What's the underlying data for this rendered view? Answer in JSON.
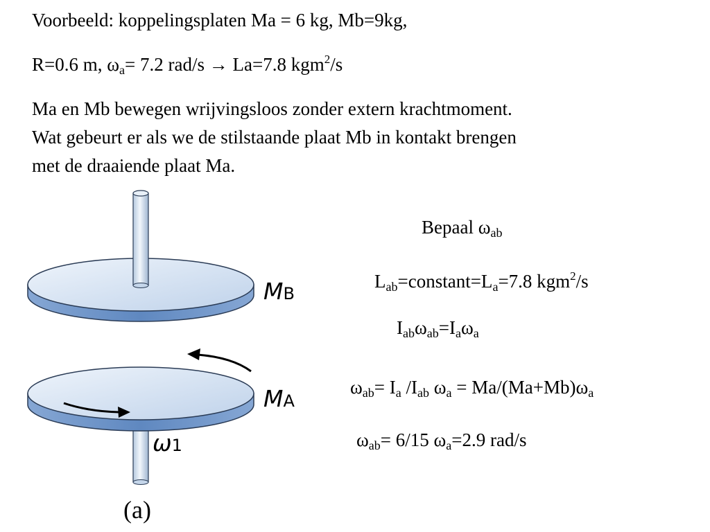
{
  "header": {
    "line1": "Voorbeeld: koppelingsplaten Ma = 6 kg, Mb=9kg,",
    "line2_a": "R=0.6 m, ",
    "line2_omega": "ω",
    "line2_sub": "a",
    "line2_b": "= 7.2 rad/s ",
    "line2_arrow": "→",
    "line2_c": " La=7.8 kgm",
    "line2_sup": "2",
    "line2_d": "/s"
  },
  "paragraph": [
    "Ma en Mb bewegen wrijvingsloos zonder extern krachtmoment.",
    "Wat gebeurt er als we de stilstaande plaat Mb in kontakt brengen",
    "met de draaiende plaat Ma."
  ],
  "figure": {
    "label_top": "M",
    "label_top_sub": "B",
    "label_bottom": "M",
    "label_bottom_sub": "A",
    "omega_label": "ω",
    "omega_sub": "1",
    "caption": "(a)",
    "colors": {
      "disk_top": "#d6e4f3",
      "disk_edge": "#6f95c8",
      "axle": "#dbe6f1",
      "outline": "#2a3b55"
    }
  },
  "solution": {
    "e1_text": "Bepaal ω",
    "e1_sub": "ab",
    "e2_L": "L",
    "e2_sub1": "ab",
    "e2_mid": "=constant=L",
    "e2_sub2": "a",
    "e2_val": "=7.8 kgm",
    "e2_sup": "2",
    "e2_end": "/s",
    "e3_I": "I",
    "e3_sub1": "ab",
    "e3_w": "ω",
    "e3_sub2": "ab",
    "e3_eq": "=I",
    "e3_sub3": "a",
    "e3_w2": "ω",
    "e3_sub4": "a",
    "e4_w": "ω",
    "e4_sub1": "ab",
    "e4_a": "= I",
    "e4_sub2": "a",
    "e4_b": " /I",
    "e4_sub3": "ab",
    "e4_c": "  ω",
    "e4_sub4": "a",
    "e4_d": " = Ma/(Ma+Mb)ω",
    "e4_sub5": "a",
    "e5_w": "ω",
    "e5_sub1": "ab",
    "e5_a": "= 6/15 ω",
    "e5_sub2": "a",
    "e5_b": "=2.9 rad/s"
  }
}
